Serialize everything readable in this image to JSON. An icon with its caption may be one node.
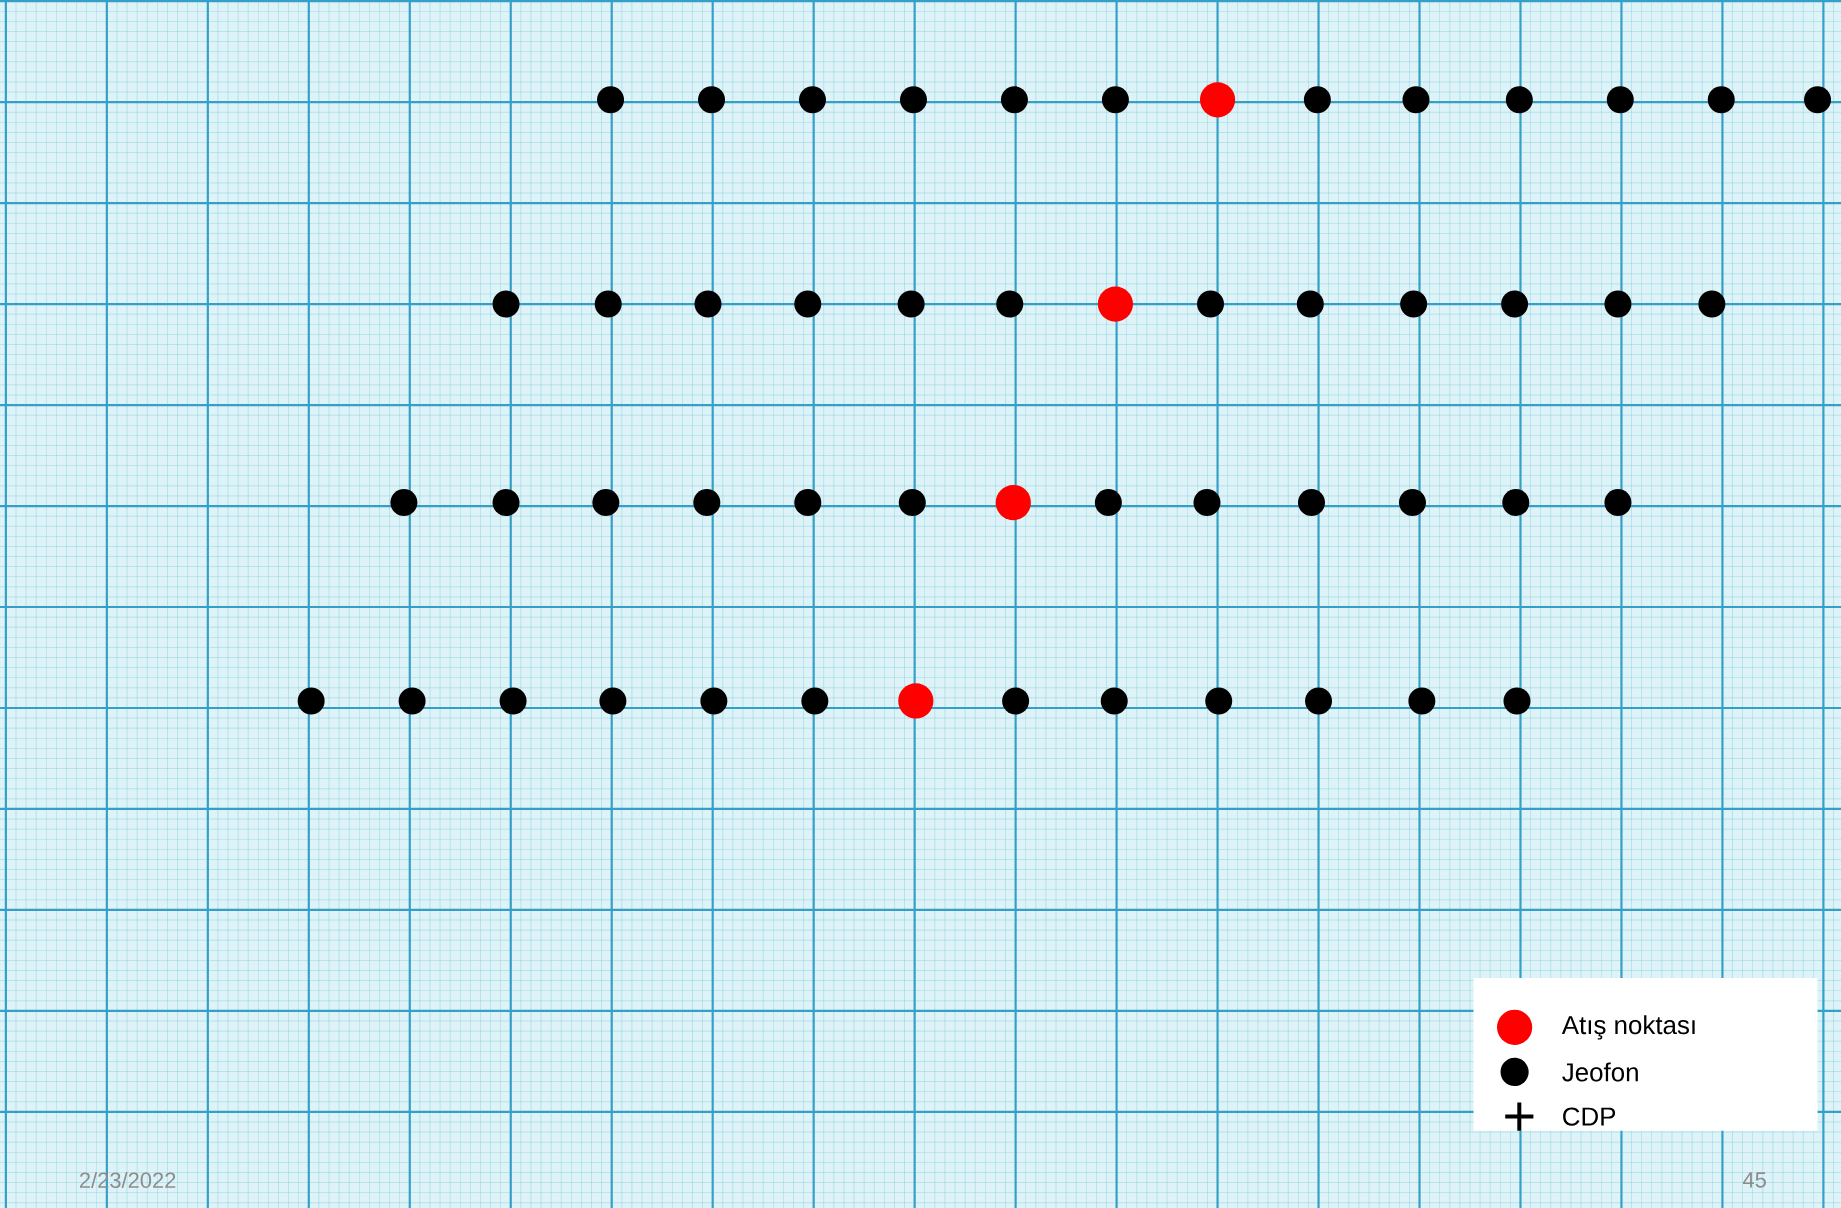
{
  "diagram": {
    "labels": [
      "2/23/2022",
      "45"
    ],
    "legend": [
      {
        "text": "Atış noktası",
        "color": "#ff0000"
      },
      {
        "text": "Jeofon",
        "color": "#000000"
      },
      {
        "text": "CDP"
      }
    ]
  }
}
